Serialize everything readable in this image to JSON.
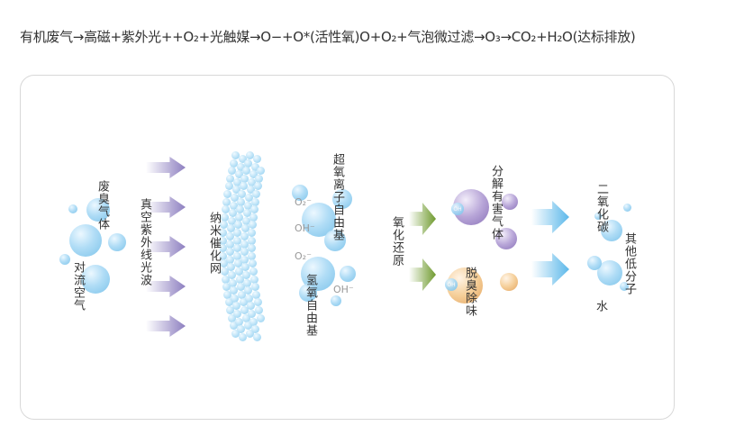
{
  "formula": "有机废气→高磁+紫外光++O₂+光触媒→O−+O*(活性氧)O+O₂+气泡微过滤→O₃→CO₂+H₂O(达标排放)",
  "labels": {
    "waste_gas": "废臭气体",
    "convection_air": "对流空气",
    "uv": "真空紫外线光波",
    "nano_net": "纳米催化网",
    "superoxide": "超氧离子自由基",
    "hydroxyl": "氢氧自由基",
    "redox": "氧化还原",
    "decompose": "分解有害气体",
    "deodorize": "脱臭除味",
    "co2": "二氧化碳",
    "other": "其他低分子",
    "water": "水"
  },
  "ions": {
    "o2minus": "O₂⁻",
    "ohminus": "OH⁻",
    "oh": "OH"
  },
  "colors": {
    "purple_arrow": "#8d7fc0",
    "green_arrow": "#6f9a2e",
    "blue_arrow": "#5cb8ea"
  }
}
